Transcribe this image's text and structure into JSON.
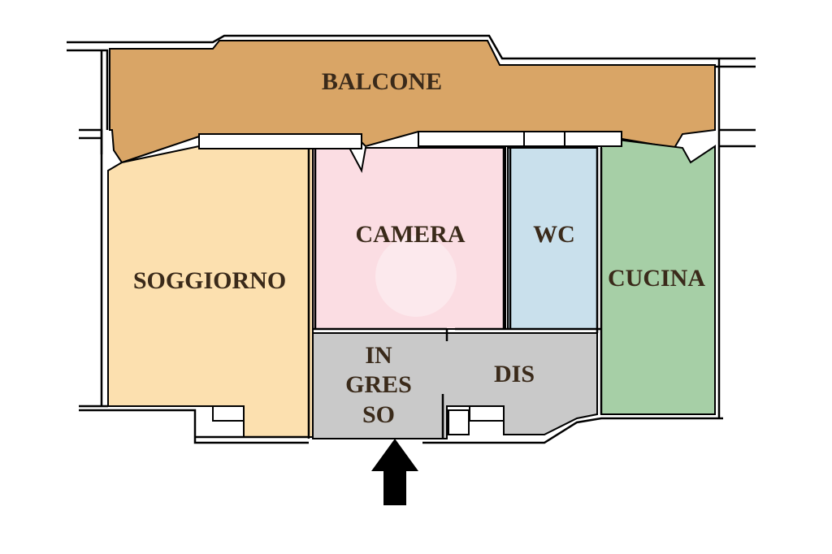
{
  "floor_plan": {
    "rooms": {
      "balcone": {
        "label": "BALCONE",
        "color": "#D9A566"
      },
      "soggiorno": {
        "label": "SOGGIORNO",
        "color": "#FCE0AF"
      },
      "camera": {
        "label": "CAMERA",
        "color": "#FBDDE3"
      },
      "wc": {
        "label": "WC",
        "color": "#C9E0EC"
      },
      "cucina": {
        "label": "CUCINA",
        "color": "#A6CFA6"
      },
      "ingresso": {
        "label_line1": "IN",
        "label_line2": "GRES",
        "label_line3": "SO",
        "color": "#C9C9C9"
      },
      "dis": {
        "label": "DIS",
        "color": "#C9C9C9"
      }
    },
    "wall_color": "#000000",
    "entrance_arrow": {
      "icon": "arrow-up-icon",
      "color": "#000000"
    }
  }
}
